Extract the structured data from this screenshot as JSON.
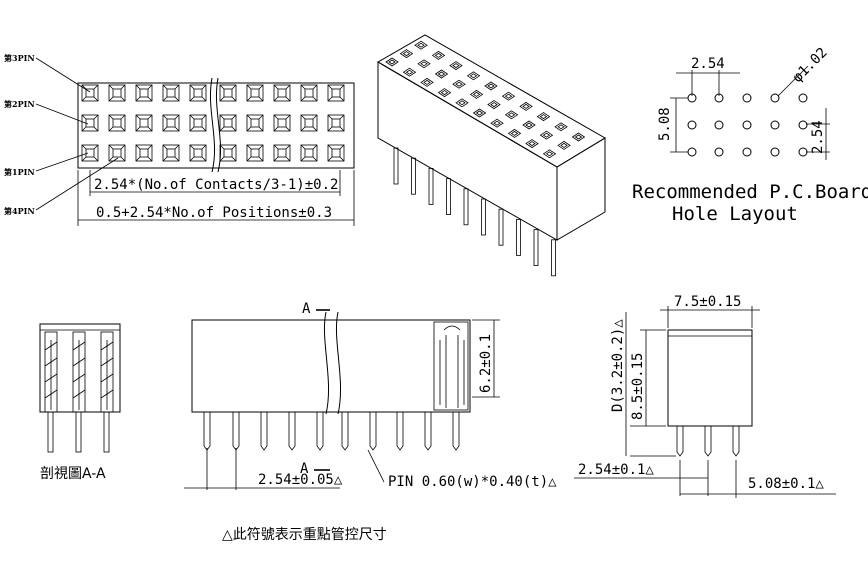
{
  "pin_labels": {
    "pin3": "第3PIN",
    "pin2": "第2PIN",
    "pin1": "第1PIN",
    "pin4": "第4PIN"
  },
  "top_view": {
    "dim_contacts": "2.54*(No.of Contacts/3-1)±0.2",
    "dim_positions": "0.5+2.54*No.of Positions±0.3"
  },
  "pcb_layout": {
    "pitch_top": "2.54",
    "hole_dia": "φ1.02",
    "row_span": "5.08",
    "pitch_side": "2.54",
    "title_line1": "Recommended P.C.Board",
    "title_line2": "Hole Layout"
  },
  "section": {
    "label": "剖視圖A-A"
  },
  "front_view": {
    "cut_mark_left": "A",
    "cut_mark_bottom": "A",
    "height": "6.2±0.1",
    "pitch": "2.54±0.05△",
    "pin_size": "PIN 0.60(w)*0.40(t)△"
  },
  "side_view": {
    "width": "7.5±0.15",
    "height_total": "8.5±0.15",
    "tail_length": "D(3.2±0.2)△",
    "pitch_left": "2.54±0.1△",
    "pitch_right": "5.08±0.1△"
  },
  "footnote": "△此符號表示重點管控尺寸"
}
